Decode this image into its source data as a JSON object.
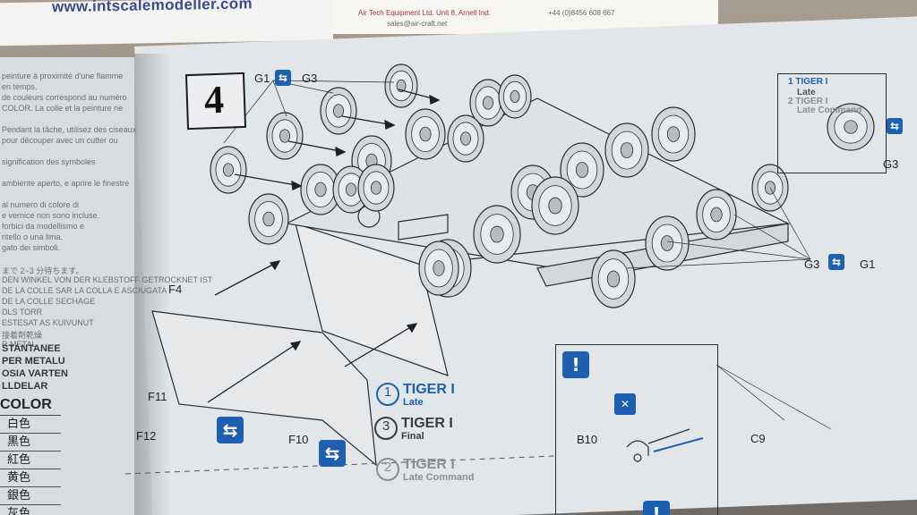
{
  "header": {
    "url": "www.intscalemodeller.com",
    "card_line_1": "Air Tech Equipment Ltd. Unit 8, Arnell Ind.",
    "card_line_2": "+44 (0)8456 608 667",
    "card_line_3": "sales@air-craft.net"
  },
  "left_page": {
    "lines": [
      "peinture à proximité d'une flamme",
      "en temps.",
      "de couleurs correspond au numéro",
      "COLOR. La colle et la peinture ne",
      "",
      "Pendant la tâche, utilisez des ciseaux",
      "pour découper avec un cutter ou",
      "",
      "signification des symboles",
      "",
      "ambiente aperto, e aprire le finestre",
      "",
      "al numero di colore di",
      "e vernice non sono incluse.",
      "forbici da modellismo e",
      "ritello o una lima.",
      "gato dei simboli.",
      "",
      "まで 2~3 分待ちます。",
      "DEN WINKEL VON DER KLEBSTOFF GETROCKNET IST",
      "DE LA COLLE SAR LA COLLA E ASCIUGATA",
      "DE LA COLLE SECHAGE",
      "DLS TORR",
      "ESTESAT AS KUIVUNUT",
      "接着剤乾燥",
      "R METAL"
    ],
    "bold_lines": [
      "STANTANEE",
      "PER METALU",
      "OSIA VARTEN",
      "LLDELAR"
    ],
    "color_heading": "COLOR",
    "color_rows": [
      "白色",
      "黒色",
      "紅色",
      "黄色",
      "銀色",
      "灰色"
    ]
  },
  "step": {
    "number": "4",
    "part_labels": {
      "g1_top": "G1",
      "g3_top": "G3",
      "g3_right": "G3",
      "g1_right": "G1",
      "f4": "F4",
      "f11": "F11",
      "f12": "F12",
      "f10": "F10",
      "b10": "B10",
      "c9": "C9",
      "g3_corner": "G3"
    },
    "versions": [
      {
        "num": "1",
        "name": "TIGER I",
        "sub": "Late"
      },
      {
        "num": "3",
        "name": "TIGER I",
        "sub": "Final"
      },
      {
        "num": "2",
        "name": "TIGER I",
        "sub": "Late Command"
      }
    ],
    "corner_versions": [
      {
        "num": "1",
        "name": "TIGER I",
        "sub": "Late"
      },
      {
        "num": "2",
        "name": "TIGER I",
        "sub": "Late Command"
      }
    ]
  },
  "colors": {
    "symbol_blue": "#1d5fb0",
    "line": "#2a2c30",
    "paper": "#e3e6e8",
    "url": "#3a4a8c"
  },
  "icons": [
    "cement-symbol-icon",
    "attention-icon",
    "no-glue-icon"
  ]
}
